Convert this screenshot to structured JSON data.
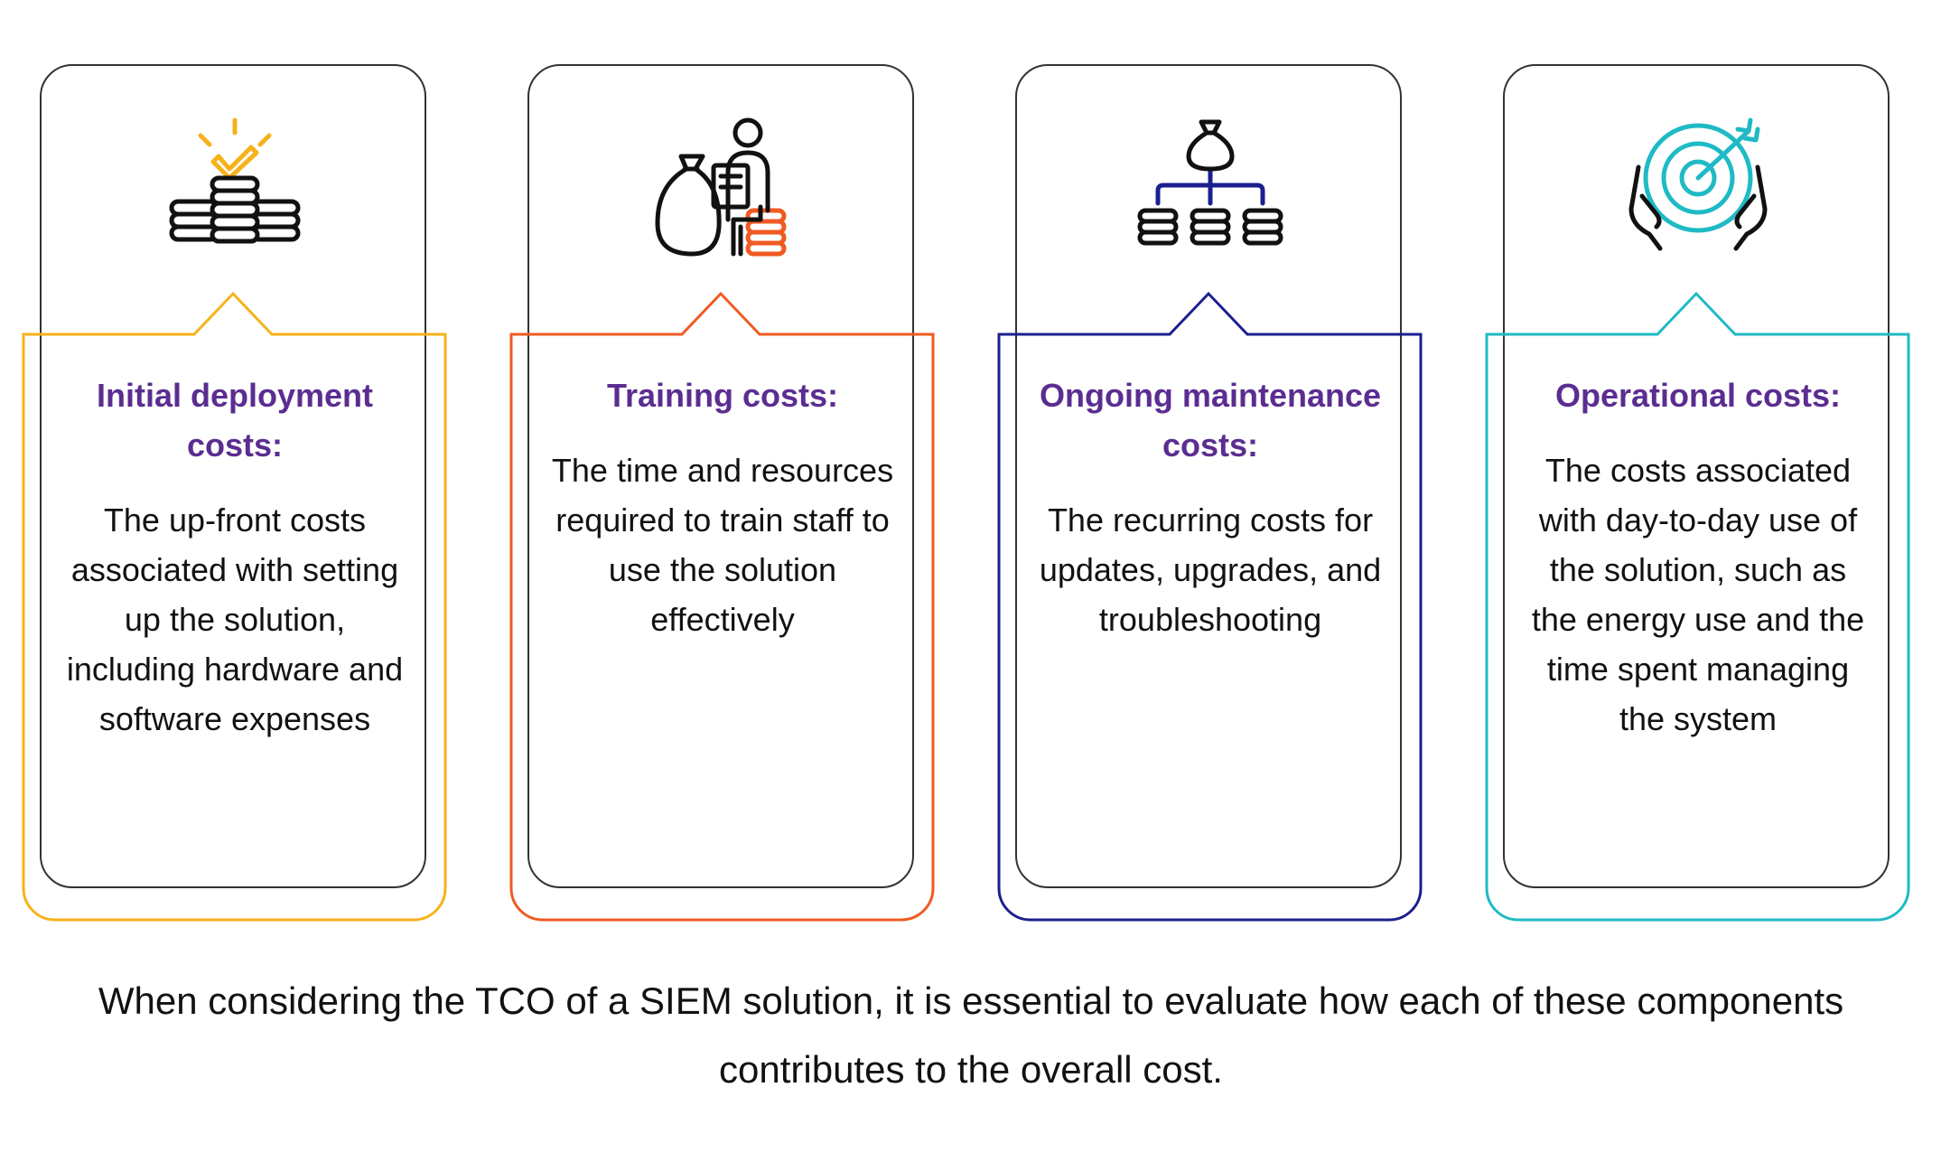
{
  "cards": [
    {
      "title": "Initial deployment costs:",
      "description": "The up-front costs associated with setting up the solution, including hardware and software expenses",
      "accent_color": "#f7b21b",
      "icon": "coins-checkmark-icon"
    },
    {
      "title": "Training costs:",
      "description": "The time and resources required to train staff to use the solution effectively",
      "accent_color": "#f05a22",
      "icon": "person-money-bag-icon"
    },
    {
      "title": "Ongoing maintenance costs:",
      "description": "The recurring costs for updates, upgrades, and troubleshooting",
      "accent_color": "#1c1f8f",
      "icon": "money-bag-distribution-icon"
    },
    {
      "title": "Operational costs:",
      "description": "The costs associated with day-to-day use of the solution, such as the energy use and the time spent managing the system",
      "accent_color": "#1fbac5",
      "icon": "target-hands-icon"
    }
  ],
  "summary": "When considering the TCO of a SIEM solution, it is essential to evaluate how each of these components contributes to the overall cost.",
  "colors": {
    "title": "#5b2d91",
    "outline": "#333333",
    "text": "#111111"
  }
}
